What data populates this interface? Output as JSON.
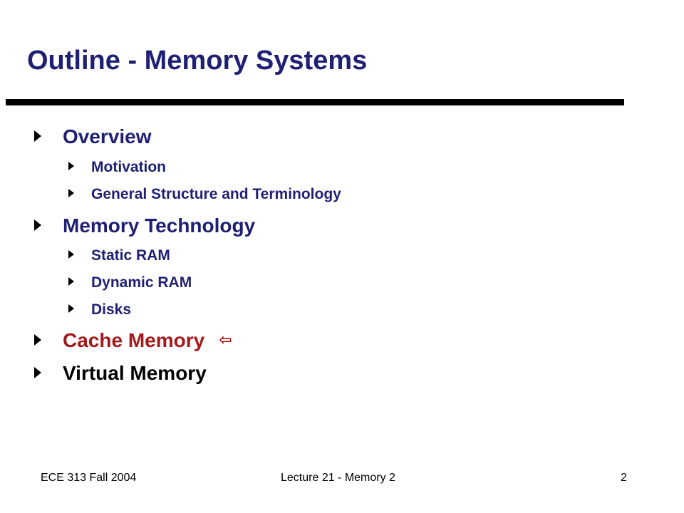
{
  "slide": {
    "title": "Outline - Memory Systems",
    "items": [
      {
        "level": 1,
        "label": "Overview"
      },
      {
        "level": 2,
        "label": "Motivation"
      },
      {
        "level": 2,
        "label": "General Structure and Terminology"
      },
      {
        "level": 1,
        "label": "Memory Technology"
      },
      {
        "level": 2,
        "label": "Static RAM"
      },
      {
        "level": 2,
        "label": "Dynamic RAM"
      },
      {
        "level": 2,
        "label": "Disks"
      },
      {
        "level": 1,
        "label": "Cache Memory",
        "current": true,
        "marker": "⇦"
      },
      {
        "level": 1,
        "label": "Virtual Memory"
      }
    ]
  },
  "footer": {
    "course": "ECE 313 Fall 2004",
    "lecture": "Lecture 21 - Memory 2",
    "page": "2"
  },
  "colors": {
    "heading": "#1f1f73",
    "current": "#a31919",
    "plain": "#000000"
  }
}
